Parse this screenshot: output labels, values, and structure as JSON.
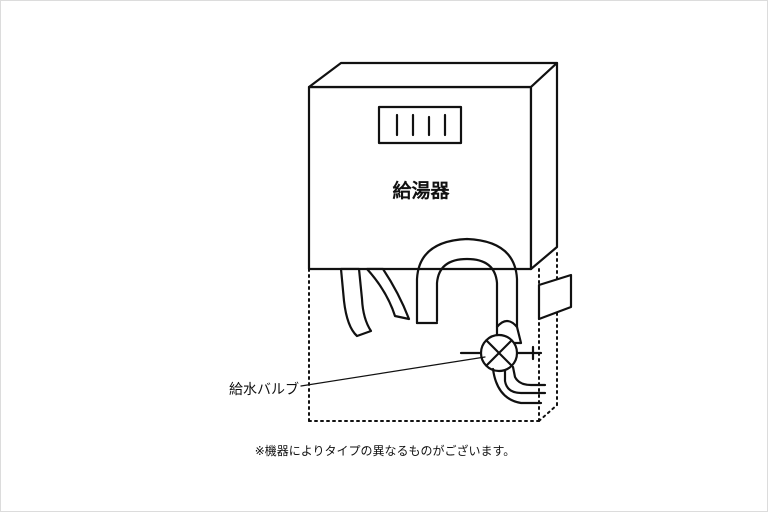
{
  "diagram": {
    "heater_label": "給湯器",
    "valve_label": "給水バルブ",
    "note": "※機器によりタイプの異なるものがございます。"
  },
  "colors": {
    "line": "#111111",
    "border": "#dcdcdc",
    "background": "#ffffff"
  }
}
